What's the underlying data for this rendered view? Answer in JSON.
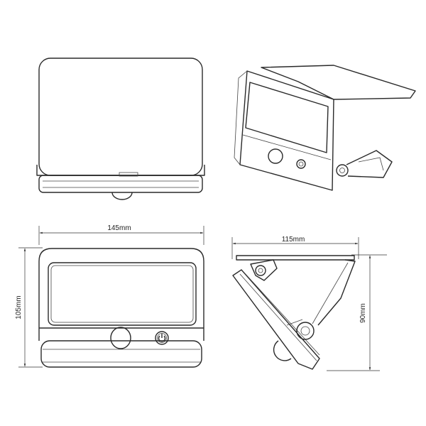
{
  "dimensions": {
    "front_width": "145mm",
    "front_height": "105mm",
    "side_width": "115mm",
    "side_height": "90mm"
  },
  "colors": {
    "line": "#2a2a2a",
    "background": "#ffffff"
  },
  "icons": {
    "power_button": "power-icon",
    "motion_sensor": "sensor-icon"
  }
}
